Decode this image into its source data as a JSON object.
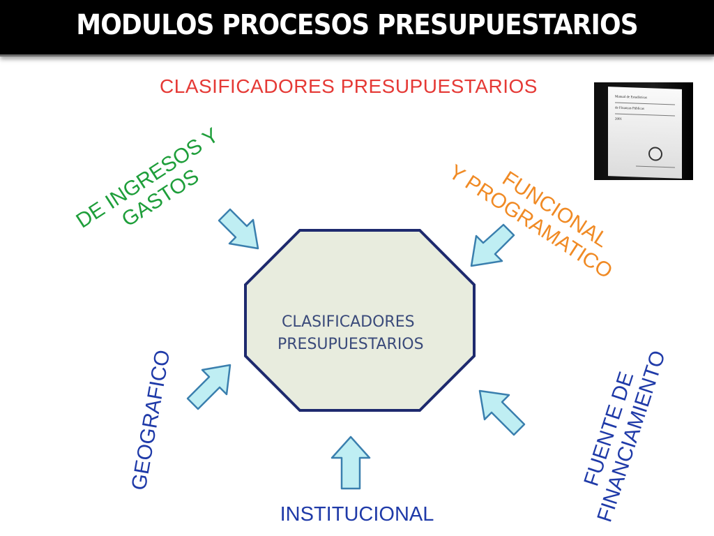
{
  "header": {
    "title": "MODULOS PROCESOS PRESUPUESTARIOS"
  },
  "subtitle": "CLASIFICADORES PRESUPUESTARIOS",
  "center": {
    "line1": "CLASIFICADORES",
    "line2": "PRESUPUESTARIOS"
  },
  "labels": {
    "ingresos_line1": "DE INGRESOS Y",
    "ingresos_line2": "GASTOS",
    "funcional_line1": "FUNCIONAL",
    "funcional_line2": "Y PROGRAMATICO",
    "geografico": "GEOGRAFICO",
    "fuente_line1": "FUENTE DE",
    "fuente_line2": "FINANCIAMIENTO",
    "institucional": "INSTITUCIONAL"
  },
  "book": {
    "title_line1": "Manual de Estadísticas",
    "title_line2": "de Finanzas Públicas",
    "year": "2001"
  },
  "colors": {
    "title_bg": "#000000",
    "subtitle": "#e53935",
    "green": "#1e9e3a",
    "orange": "#f08a24",
    "blue": "#1f3aa8",
    "octagon_fill": "#e8ecde",
    "octagon_stroke": "#1e2a6e",
    "arrow_fill": "#bfeef3",
    "arrow_stroke": "#3a7fae"
  }
}
